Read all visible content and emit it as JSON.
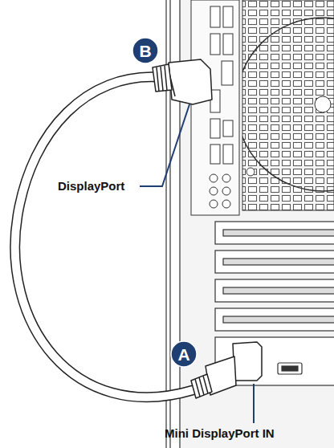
{
  "diagram": {
    "nodes": [
      {
        "text": [
          "B"
        ]
      },
      {
        "text": [
          "A"
        ]
      }
    ],
    "labels": [
      "DisplayPort",
      "Mini DisplayPort IN"
    ]
  }
}
